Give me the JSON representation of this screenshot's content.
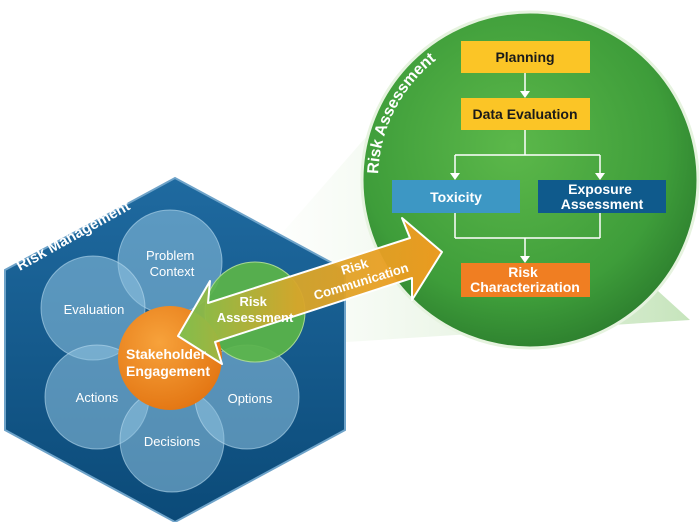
{
  "colors": {
    "hex_dark": "#0b4a78",
    "hex_light": "#1f6aa0",
    "petal": "#8fc3e0",
    "stakeholder_orange": "#f08a1c",
    "assessment_green": "#5bb548",
    "big_circle_green": "#3e9d3a",
    "yellow_box": "#fbc526",
    "toxicity_box": "#3d97c4",
    "exposure_box": "#0f5a8c",
    "characterization_box": "#f07e22",
    "arrow_orange": "#f39a1e",
    "arrow_green": "#7cc04e"
  },
  "risk_management": {
    "title": "Risk Management",
    "petals": {
      "problem_context": {
        "line1": "Problem",
        "line2": "Context"
      },
      "evaluation": "Evaluation",
      "options": "Options",
      "actions": "Actions",
      "decisions": "Decisions"
    },
    "center": {
      "line1": "Stakeholder",
      "line2": "Engagement"
    },
    "assessment": {
      "line1": "Risk",
      "line2": "Assessment"
    }
  },
  "communication_arrow": {
    "line1": "Risk",
    "line2": "Communication"
  },
  "risk_assessment": {
    "title": "Risk Assessment",
    "planning": "Planning",
    "data_evaluation": "Data Evaluation",
    "toxicity": "Toxicity",
    "exposure": {
      "line1": "Exposure",
      "line2": "Assessment"
    },
    "characterization": {
      "line1": "Risk",
      "line2": "Characterization"
    }
  }
}
